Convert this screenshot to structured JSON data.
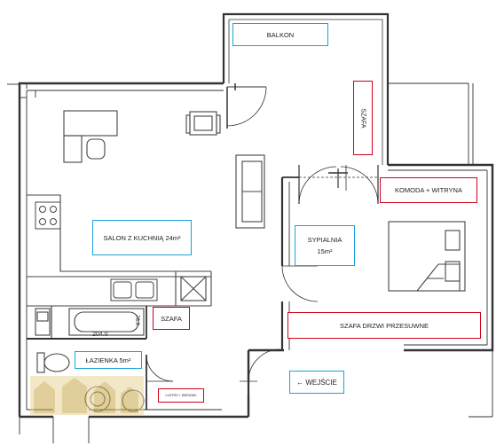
{
  "rooms": {
    "balkon": "BALKON",
    "salon": "SALON Z KUCHNIĄ 24m²",
    "sypialnia_line1": "SYPIALNIA",
    "sypialnia_line2": "15m²",
    "lazienka": "ŁAZIENKA 5m²",
    "wejscie": "← WEJŚCIE"
  },
  "furniture": {
    "szafa_balkon": "SZAFA",
    "komoda": "KOMODA + WITRYNA",
    "szafa_lazienka": "SZAFA",
    "szafa_drzwi": "SZAFA DRZWI PRZESUWNE",
    "small_red_label": "LUSTRO + WIESZAKI"
  },
  "dimensions": {
    "bath_length": "204.0",
    "bath_width": "78.8"
  },
  "colors": {
    "room_label_border": "#1aa3d9",
    "furniture_label_border": "#d0021b",
    "wall": "#333333",
    "fixture": "#555555"
  }
}
